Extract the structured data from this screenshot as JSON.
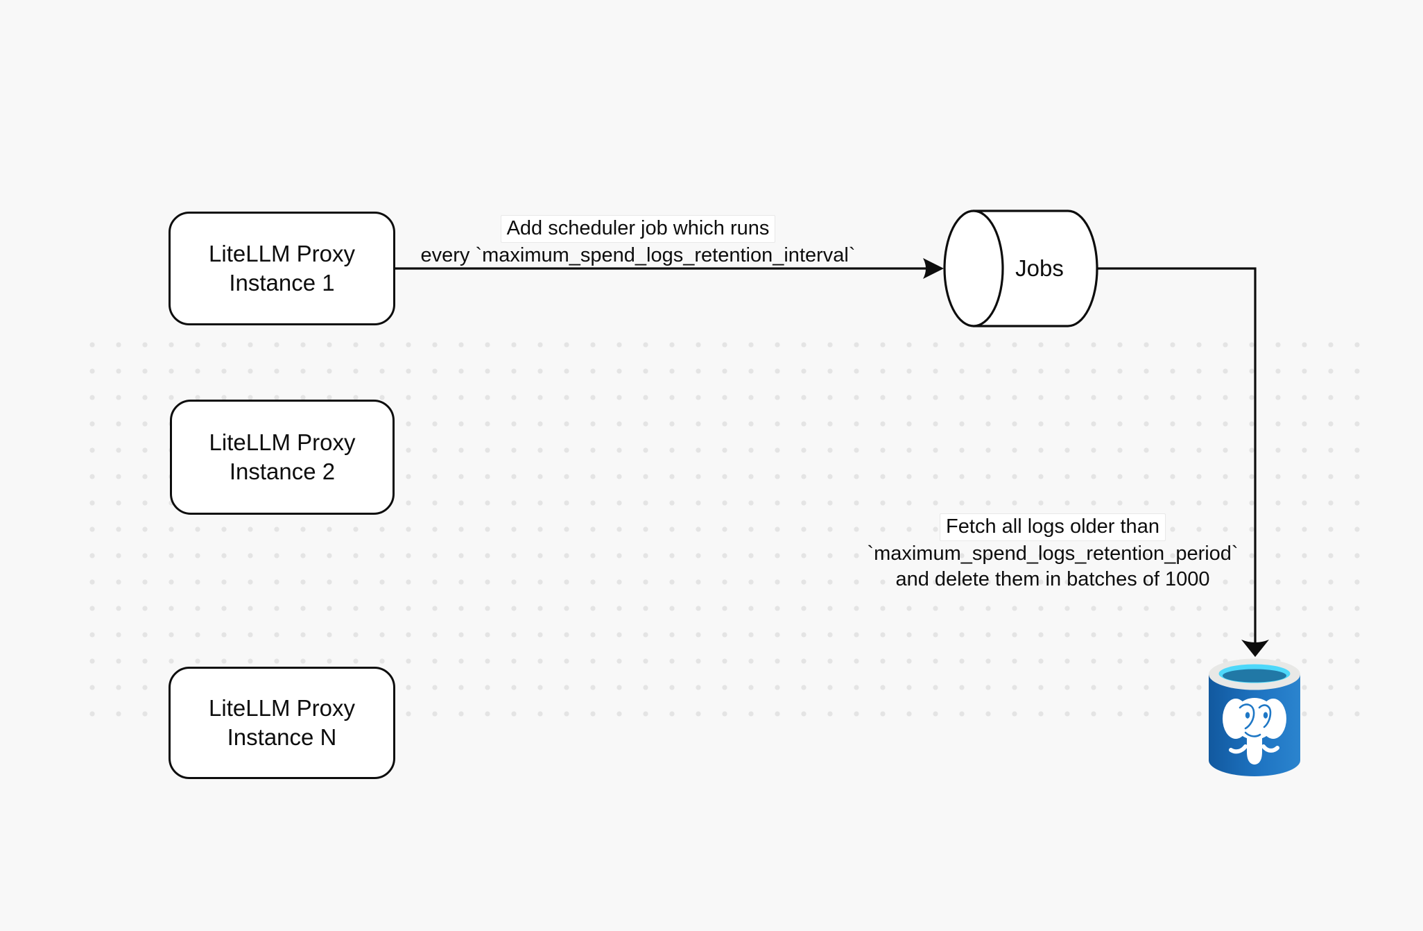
{
  "canvas": {
    "background": "#f8f8f8",
    "dot_color": "#e4e4e4",
    "line_color": "#0d0d0d"
  },
  "nodes": [
    {
      "id": "litellm-proxy-instance-1",
      "line1": "LiteLLM Proxy",
      "line2": "Instance 1"
    },
    {
      "id": "litellm-proxy-instance-2",
      "line1": "LiteLLM Proxy",
      "line2": "Instance 2"
    },
    {
      "id": "litellm-proxy-instance-n",
      "line1": "LiteLLM Proxy",
      "line2": "Instance N"
    }
  ],
  "queue": {
    "label": "Jobs"
  },
  "edges": {
    "scheduler": {
      "line1": "Add scheduler job which runs",
      "line2": "every `maximum_spend_logs_retention_interval`"
    },
    "fetch": {
      "line1": "Fetch all logs older than",
      "line2": "`maximum_spend_logs_retention_period`",
      "line3": "and delete them in batches of 1000"
    }
  },
  "database": {
    "icon": "postgresql-database-icon",
    "colors": {
      "body_left": "#12599f",
      "body_mid": "#1e74c2",
      "body_right": "#2b84ce",
      "rim": "#e8e8e6",
      "water_top": "#4ed8fa",
      "water_deep": "#2178a6",
      "elephant": "#ffffff",
      "detail": "#1e77c5"
    }
  }
}
